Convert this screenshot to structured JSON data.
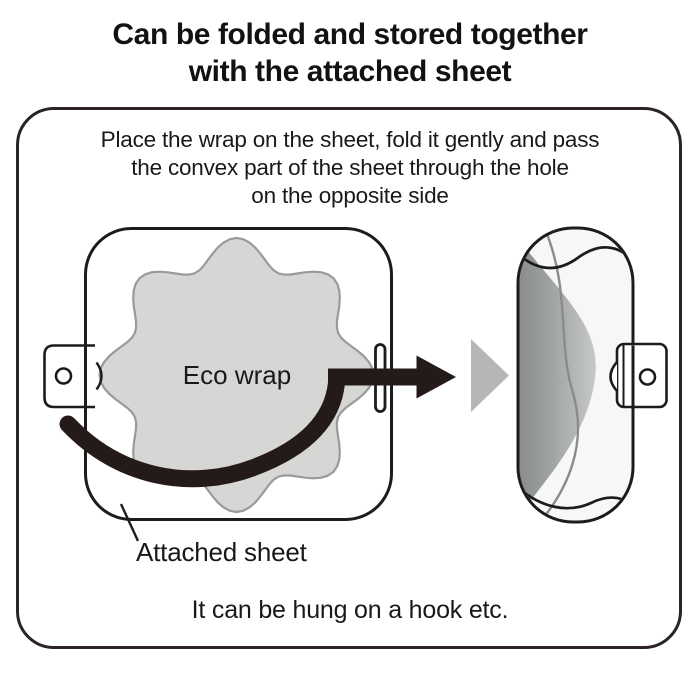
{
  "title": {
    "line1": "Can be folded and stored together",
    "line2": "with the attached sheet"
  },
  "instruction": {
    "line1": "Place the wrap on the sheet, fold it gently and pass",
    "line2": "the convex part of the sheet through the hole",
    "line3": "on the opposite side"
  },
  "diagram": {
    "wrap_label": "Eco wrap",
    "sheet_label": "Attached sheet"
  },
  "caption": "It can be hung on a hook etc.",
  "colors": {
    "outline_black": "#1c1c1c",
    "panel_border": "#2b2423",
    "wrap_fill": "#d6d7d5",
    "wrap_stroke": "#9a9a98",
    "arrow_black": "#241a17",
    "step_arrow_gray": "#b4b7b6",
    "fold_gradient_dark": "#858988",
    "fold_line_gray": "#8b8b89"
  }
}
